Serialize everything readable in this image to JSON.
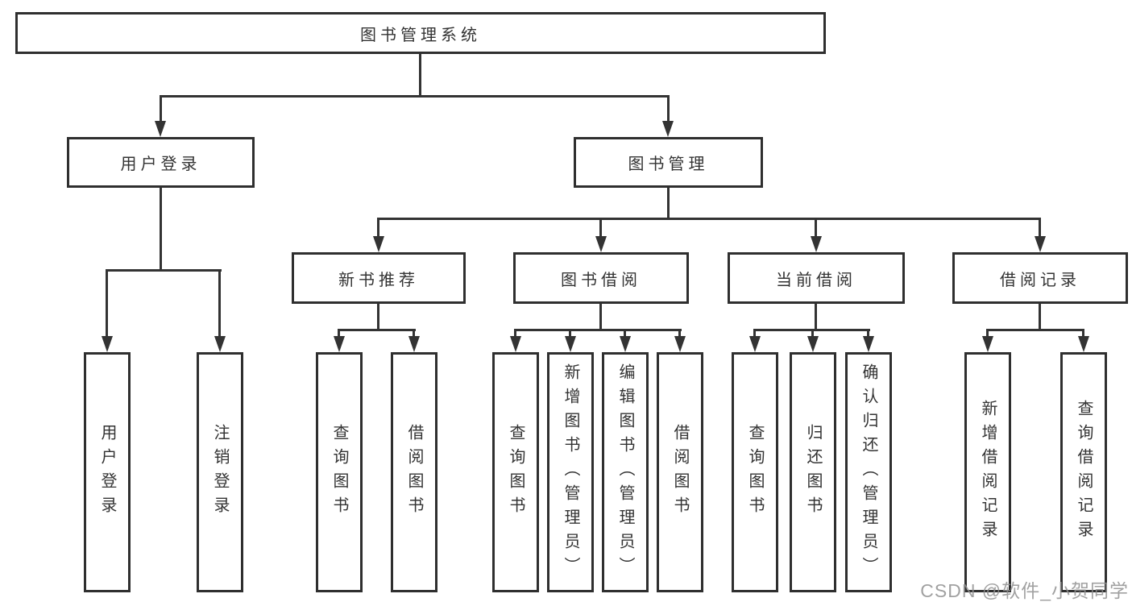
{
  "diagram_title": "图书管理系统",
  "tree": {
    "label": "图书管理系统",
    "children": [
      {
        "label": "用户登录",
        "children": [
          {
            "label": "用户登录"
          },
          {
            "label": "注销登录"
          }
        ]
      },
      {
        "label": "图书管理",
        "children": [
          {
            "label": "新书推荐",
            "children": [
              {
                "label": "查询图书"
              },
              {
                "label": "借阅图书"
              }
            ]
          },
          {
            "label": "图书借阅",
            "children": [
              {
                "label": "查询图书"
              },
              {
                "label": "新增图书（管理员）"
              },
              {
                "label": "编辑图书（管理员）"
              },
              {
                "label": "借阅图书"
              }
            ]
          },
          {
            "label": "当前借阅",
            "children": [
              {
                "label": "查询图书"
              },
              {
                "label": "归还图书"
              },
              {
                "label": "确认归还（管理员）"
              }
            ]
          },
          {
            "label": "借阅记录",
            "children": [
              {
                "label": "新增借阅记录"
              },
              {
                "label": "查询借阅记录"
              }
            ]
          }
        ]
      }
    ]
  },
  "watermark": {
    "text": "CSDN @软件_小贺同学"
  },
  "colors": {
    "background": "#ffffff",
    "box_fill": "#ffffff",
    "box_border": "#2f2f2f",
    "line": "#333333",
    "text": "#333333",
    "watermark": "#919191"
  }
}
